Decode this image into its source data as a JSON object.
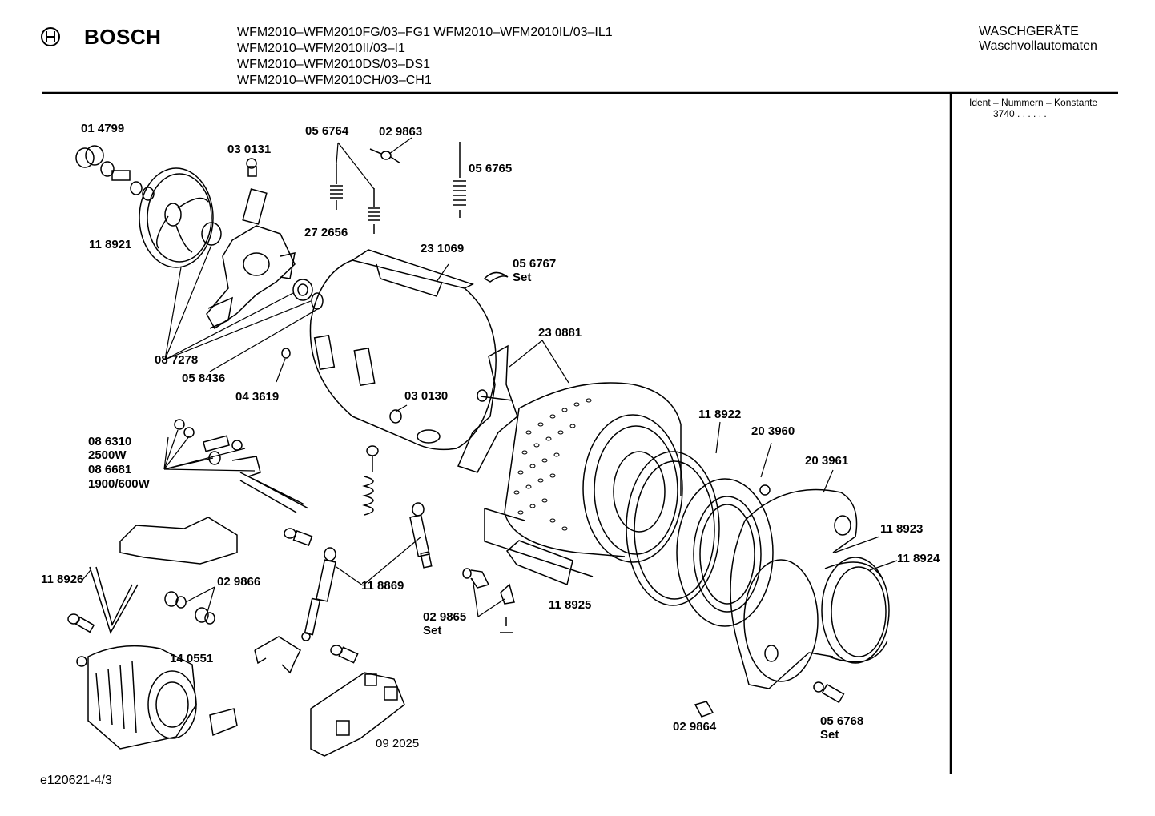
{
  "header": {
    "brand": "BOSCH",
    "models": [
      "WFM2010–WFM2010FG/03–FG1  WFM2010–WFM2010IL/03–IL1",
      "WFM2010–WFM2010II/03–I1",
      "WFM2010–WFM2010DS/03–DS1",
      "WFM2010–WFM2010CH/03–CH1"
    ],
    "category": "WASCHGERÄTE",
    "subcategory": "Waschvollautomaten"
  },
  "sidebar": {
    "ident_title": "Ident – Nummern – Konstante",
    "ident_value": "3740  .  .   .  .  .  ."
  },
  "footer": {
    "code": "e120621-4/3"
  },
  "parts": {
    "p014799": "01 4799",
    "p030131": "03 0131",
    "p056764": "05 6764",
    "p029863": "02 9863",
    "p056765": "05 6765",
    "p118921": "11 8921",
    "p272656": "27 2656",
    "p231069": "23 1069",
    "p056767": "05 6767",
    "p056767set": "Set",
    "p087278": "08 7278",
    "p058436": "05 8436",
    "p043619": "04 3619",
    "p230881": "23 0881",
    "p030130": "03 0130",
    "p086310": "08 6310",
    "w2500": "2500W",
    "p086681": "08 6681",
    "w1900": "1900/600W",
    "p118922": "11 8922",
    "p203960": "20 3960",
    "p203961": "20 3961",
    "p118923": "11 8923",
    "p118924": "11 8924",
    "p118926": "11 8926",
    "p029866": "02 9866",
    "p118869": "11 8869",
    "p118925": "11 8925",
    "p029865": "02 9865",
    "p029865set": "Set",
    "p140551": "14 0551",
    "p092025": "09 2025",
    "p029864": "02 9864",
    "p056768": "05 6768",
    "p056768set": "Set"
  }
}
